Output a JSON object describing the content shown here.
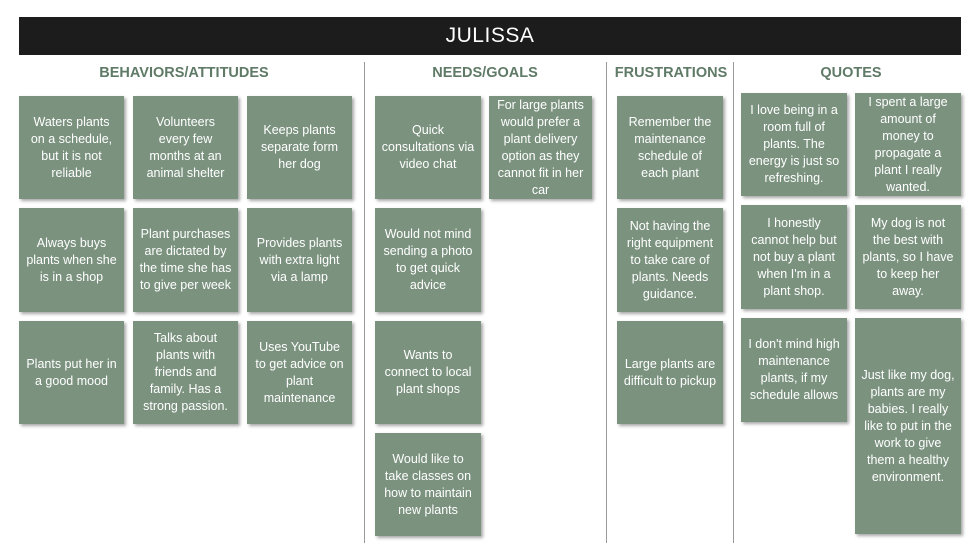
{
  "title": "JULISSA",
  "sections": {
    "behaviors": {
      "heading": "BEHAVIORS/ATTITUDES",
      "notes": [
        "Waters plants on a schedule, but it is not reliable",
        "Volunteers every few months at an animal shelter",
        "Keeps plants separate form her dog",
        "Always buys plants when she is in a shop",
        "Plant purchases are dictated by the time she has to give per week",
        "Provides plants with extra light via a lamp",
        "Plants put her in a good mood",
        "Talks about plants with friends and family. Has a strong passion.",
        "Uses YouTube to get advice on plant maintenance"
      ]
    },
    "needs": {
      "heading": "NEEDS/GOALS",
      "notes": [
        "Quick consultations via video chat",
        "For large plants would prefer a plant delivery option as they cannot fit in her car",
        "Would not mind sending a photo to get quick advice",
        "Wants to connect to local plant shops",
        "Would like to take classes on how to maintain new plants"
      ]
    },
    "frustrations": {
      "heading": "FRUSTRATIONS",
      "notes": [
        "Remember the maintenance schedule of each plant",
        "Not having the right equipment to take care of plants. Needs guidance.",
        "Large plants are difficult to pickup"
      ]
    },
    "quotes": {
      "heading": "QUOTES",
      "notes": [
        "I love being in a room full of plants. The energy is just so refreshing.",
        "I spent a large amount of money to propagate a plant I really wanted.",
        "I honestly cannot help but not buy a plant when I'm in a plant shop.",
        "My dog is not the best with plants, so I have to keep her away.",
        "I don't mind high maintenance plants, if my schedule allows",
        "Just like my dog, plants are my babies. I really like to put in the work to give them a healthy environment."
      ]
    }
  },
  "colors": {
    "note": "#7b927f",
    "heading": "#5f7a66",
    "titlebar": "#1c1c1c"
  }
}
